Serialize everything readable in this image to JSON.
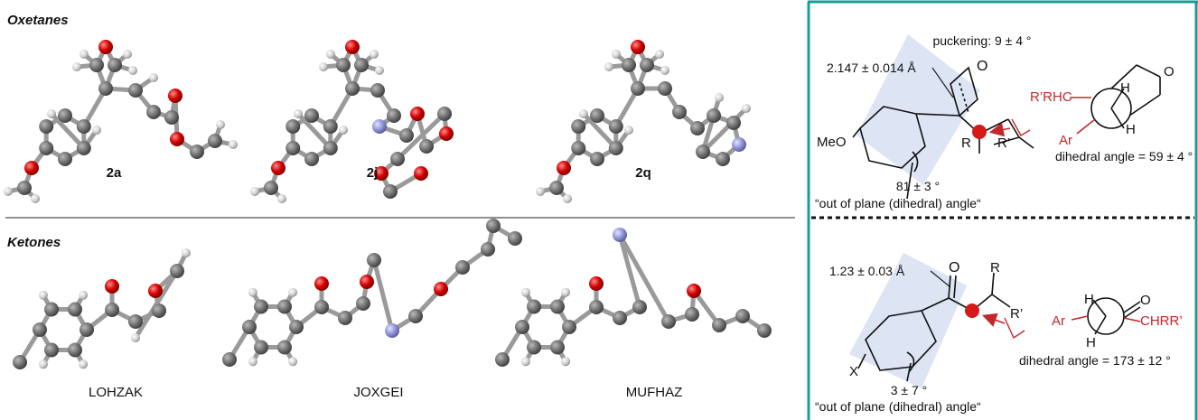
{
  "sections": {
    "oxetanes_title": "Oxetanes",
    "ketones_title": "Ketones"
  },
  "compounds": {
    "c2a": "2a",
    "c2j": "2j",
    "c2q": "2q",
    "lohzak": "LOHZAK",
    "joxgei": "JOXGEI",
    "mufhaz": "MUFHAZ"
  },
  "oxetane_panel": {
    "puckering": "puckering: 9 ± 4 °",
    "bond_length": "2.147 ± 0.014 Å",
    "meo": "MeO",
    "r": "R",
    "rprime": "R’",
    "o": "O",
    "oop_value": "81 ± 3 °",
    "oop_label": "“out of plane (dihedral) angle“",
    "newman_sub": "R’RHC",
    "newman_ar": "Ar",
    "newman_h1": "H",
    "newman_h2": "H",
    "newman_o": "O",
    "dihedral": "dihedral angle = 59 ± 4 °"
  },
  "ketone_panel": {
    "bond_length": "1.23 ± 0.03 Å",
    "o": "O",
    "r": "R",
    "rprime": "R’",
    "x": "X",
    "oop_value": "3 ± 7 °",
    "oop_label": "“out of plane (dihedral) angle“",
    "newman_h1": "H",
    "newman_h2": "H",
    "newman_o": "O",
    "newman_ar": "Ar",
    "newman_sub": "CHRR’",
    "dihedral": "dihedral angle = 173 ± 12 °"
  },
  "colors": {
    "carbon": "#6b6b6b",
    "oxygen": "#d10000",
    "nitrogen": "#8f93d8",
    "hydrogen": "#d0d0d0",
    "panel_border": "#1a9c96",
    "highlight": "#dde4f4",
    "accent_red": "#c0282c"
  }
}
